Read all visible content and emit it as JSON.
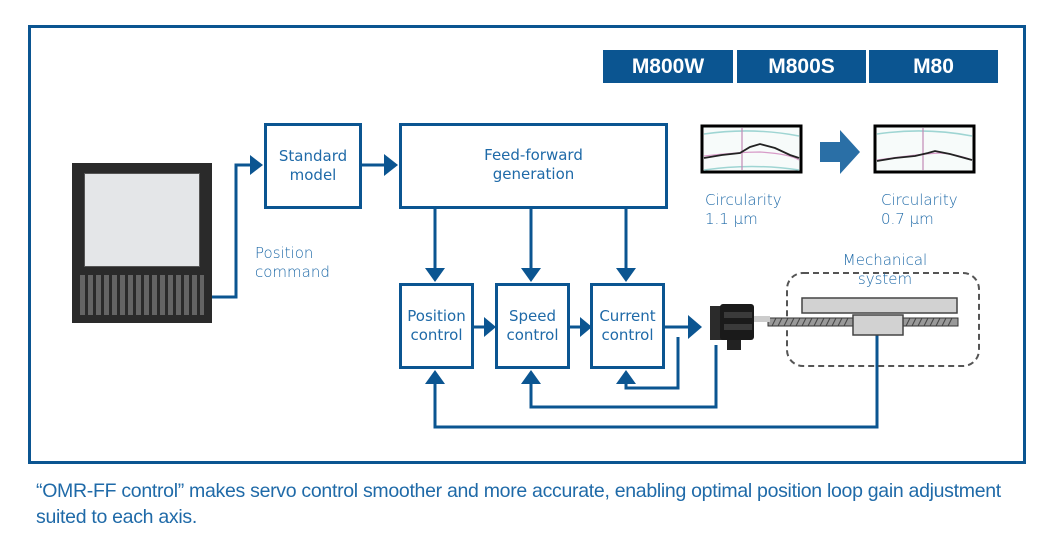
{
  "badges": [
    "M800W",
    "M800S",
    "M80"
  ],
  "blocks": {
    "standard_model": "Standard\nmodel",
    "feed_forward": "Feed-forward\ngeneration",
    "position_control": "Position\ncontrol",
    "speed_control": "Speed\ncontrol",
    "current_control": "Current\ncontrol"
  },
  "labels": {
    "position_command_line1": "Position",
    "position_command_line2": "command",
    "mechanical_line1": "Mechanical",
    "mechanical_line2": "system",
    "circ_before_title": "Circularity",
    "circ_before_value": "1.1 µm",
    "circ_after_title": "Circularity",
    "circ_after_value": "0.7 µm"
  },
  "caption": "“OMR-FF control” makes servo control smoother and more accurate, enabling optimal position loop gain adjustment suited to each axis.",
  "colors": {
    "brand_blue": "#0b5591",
    "text_blue": "#1f6aa8"
  }
}
